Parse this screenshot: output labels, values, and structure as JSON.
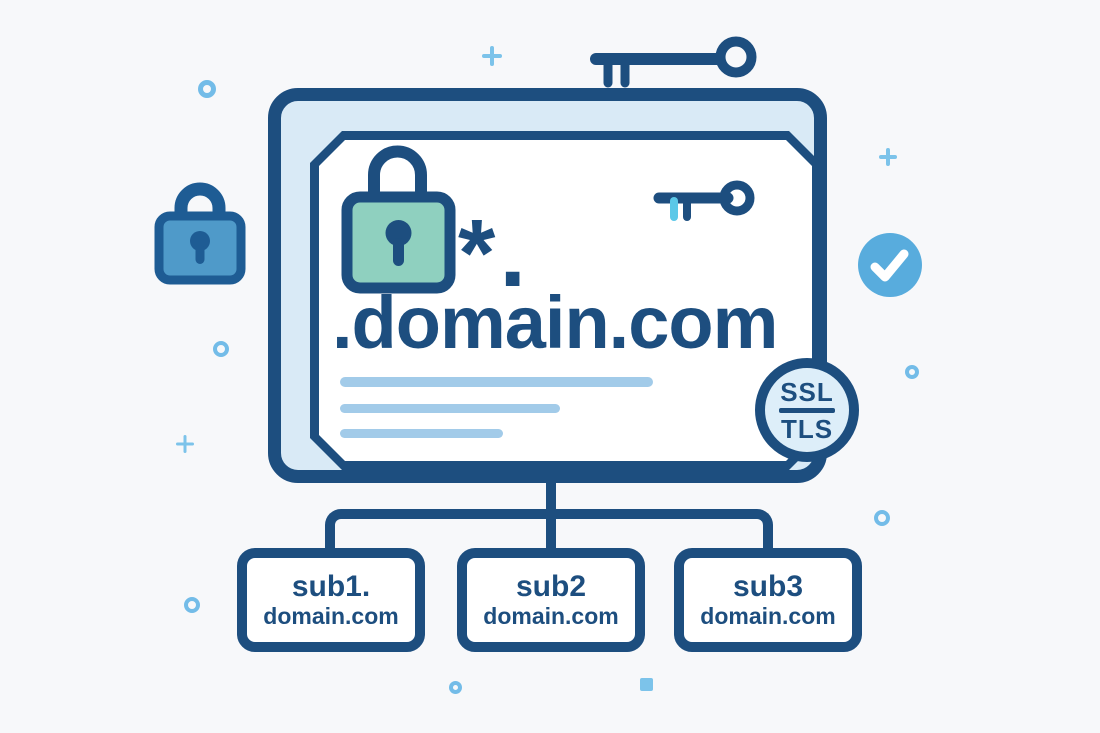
{
  "illustration": {
    "certificate": {
      "wildcard_prefix": "*.",
      "domain_text": ".domain.com",
      "badge": {
        "top": "SSL",
        "bottom": "TLS"
      },
      "icons": [
        "padlock-green-icon",
        "key-icon"
      ]
    },
    "subdomain_boxes": [
      {
        "label": "sub1.",
        "domain": "domain.com"
      },
      {
        "label": "sub2",
        "domain": "domain.com"
      },
      {
        "label": "sub3",
        "domain": "domain.com"
      }
    ],
    "side_icons": [
      "padlock-blue-icon",
      "key-top-icon",
      "checkmark-circle-icon"
    ],
    "colors": {
      "navy": "#1d4e7f",
      "panel_fill": "#d9eaf6",
      "badge_fill": "#ddeef9",
      "mint_green": "#8fd0bf",
      "medium_blue": "#4f9ac9",
      "check_blue": "#58acdd",
      "decor_blue": "#73bce8",
      "placeholder_line_blue": "#a2cbe9",
      "background": "#f7f8fa"
    }
  }
}
